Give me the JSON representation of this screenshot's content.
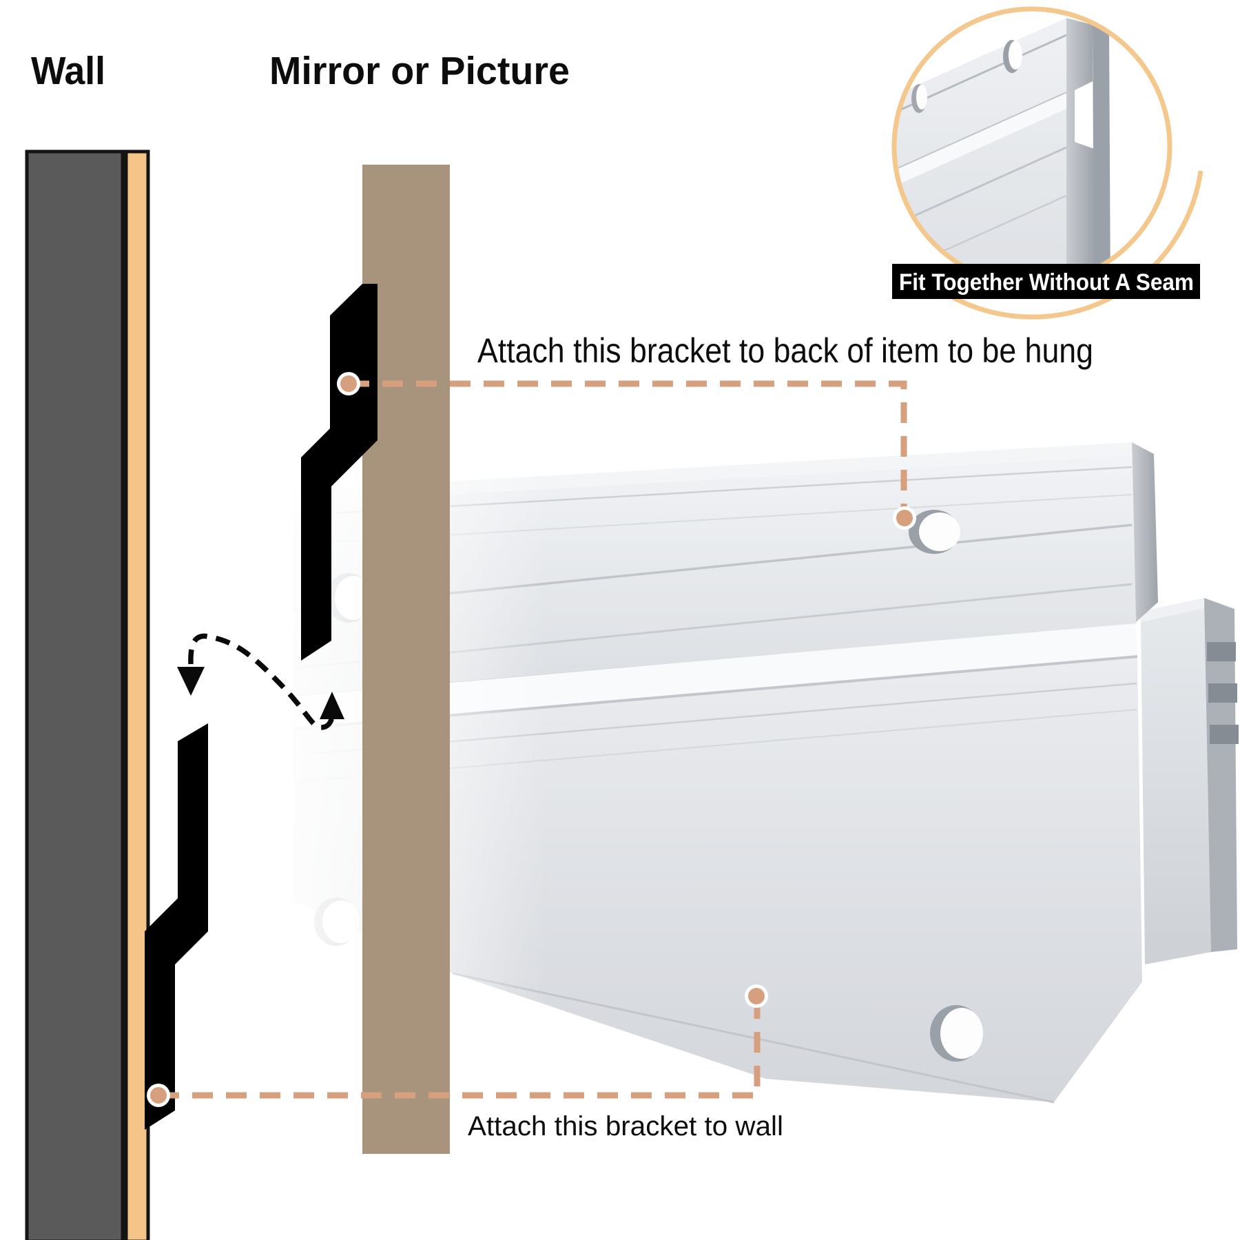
{
  "labels": {
    "wall": "Wall",
    "item": "Mirror or Picture",
    "attach_item": "Attach this bracket to back of item to be hung",
    "attach_wall": "Attach this bracket to wall"
  },
  "inset": {
    "caption": "Fit Together Without A Seam"
  },
  "colors": {
    "wall_fill": "#5A5A5A",
    "wood_strip": "#F5C488",
    "item_bar": "#A8937C",
    "bracket": "#000000",
    "leader": "#D69F7E",
    "ring": "#F4C78C",
    "caption_bg": "#000000",
    "caption_text": "#FFFFFF",
    "text": "#0D0D0D"
  }
}
